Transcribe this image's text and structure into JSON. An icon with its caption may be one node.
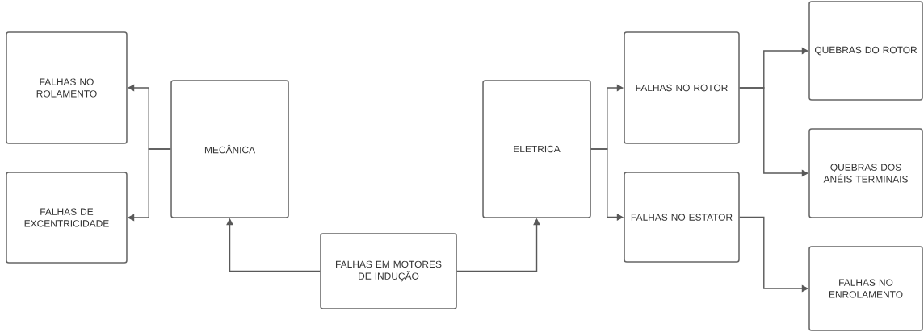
{
  "diagram": {
    "nodes": [
      {
        "text": [
          "FALHAS EM MOTORES DE INDUÇÃO"
        ]
      },
      {
        "text": [
          "MECÂNICA"
        ]
      },
      {
        "text": [
          "ELETRICA"
        ]
      },
      {
        "text": [
          "FALHAS NO ROLAMENTO"
        ]
      },
      {
        "text": [
          "FALHAS DE EXCENTRICIDADE"
        ]
      },
      {
        "text": [
          "FALHAS NO ROTOR"
        ]
      },
      {
        "text": [
          "FALHAS NO ESTATOR"
        ]
      },
      {
        "text": [
          "QUEBRAS DO ROTOR"
        ]
      },
      {
        "text": [
          "QUEBRAS DOS ANÉIS TERMINAIS"
        ]
      },
      {
        "text": [
          "FALHAS NO ENROLAMENTO"
        ]
      }
    ],
    "edges": [
      {
        "from": 0,
        "to": 1,
        "arrow": "to"
      },
      {
        "from": 0,
        "to": 2,
        "arrow": "to"
      },
      {
        "from": 1,
        "to": 3,
        "arrow": "to"
      },
      {
        "from": 1,
        "to": 4,
        "arrow": "to"
      },
      {
        "from": 2,
        "to": 5,
        "arrow": "to"
      },
      {
        "from": 2,
        "to": 6,
        "arrow": "to"
      },
      {
        "from": 5,
        "to": 7,
        "arrow": "to"
      },
      {
        "from": 5,
        "to": 8,
        "arrow": "to"
      },
      {
        "from": 6,
        "to": 9,
        "arrow": "to"
      }
    ]
  }
}
